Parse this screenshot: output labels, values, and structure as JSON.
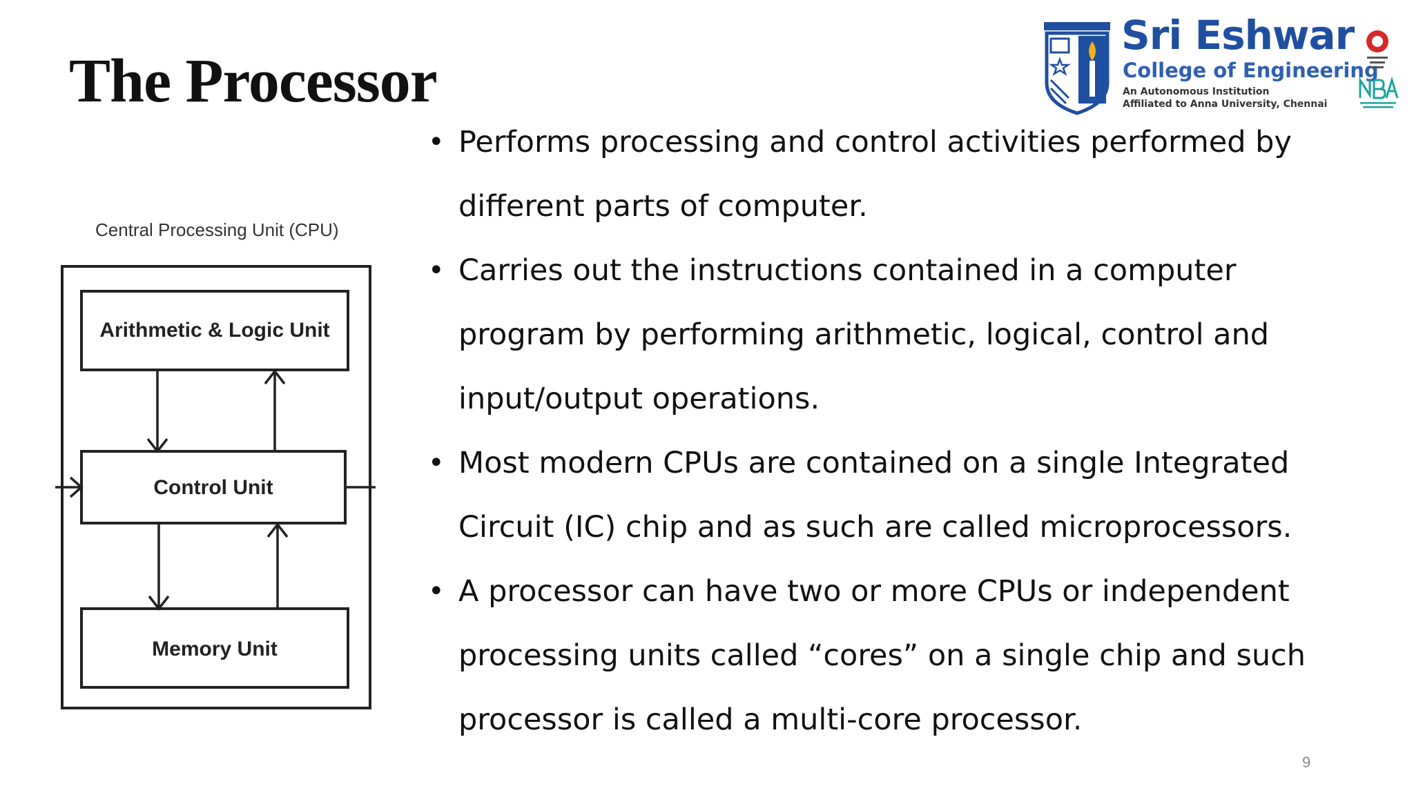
{
  "slide": {
    "title": "The Processor",
    "page_number": "9"
  },
  "logo": {
    "name": "Sri Eshwar",
    "subtitle": "College of Engineering",
    "line1": "An Autonomous Institution",
    "line2": "Affiliated to Anna University, Chennai",
    "emblem_icon": "shield-torch-emblem",
    "brand_color": "#1f4fa0",
    "badges": [
      "naac-badge",
      "nba-badge"
    ]
  },
  "diagram": {
    "caption": "Central Processing Unit (CPU)",
    "alu_label": "Arithmetic & Logic Unit",
    "control_label": "Control Unit",
    "memory_label": "Memory Unit"
  },
  "bullets": [
    "Performs processing and control activities performed by different parts of computer.",
    "Carries out the instructions contained in a computer program by performing arithmetic, logical, control and input/output operations.",
    "Most modern CPUs are contained on a single Integrated Circuit (IC) chip and as such are called  microprocessors.",
    "A processor can have two or more CPUs or independent processing units called “cores” on a single chip and such processor is called a multi-core processor."
  ]
}
